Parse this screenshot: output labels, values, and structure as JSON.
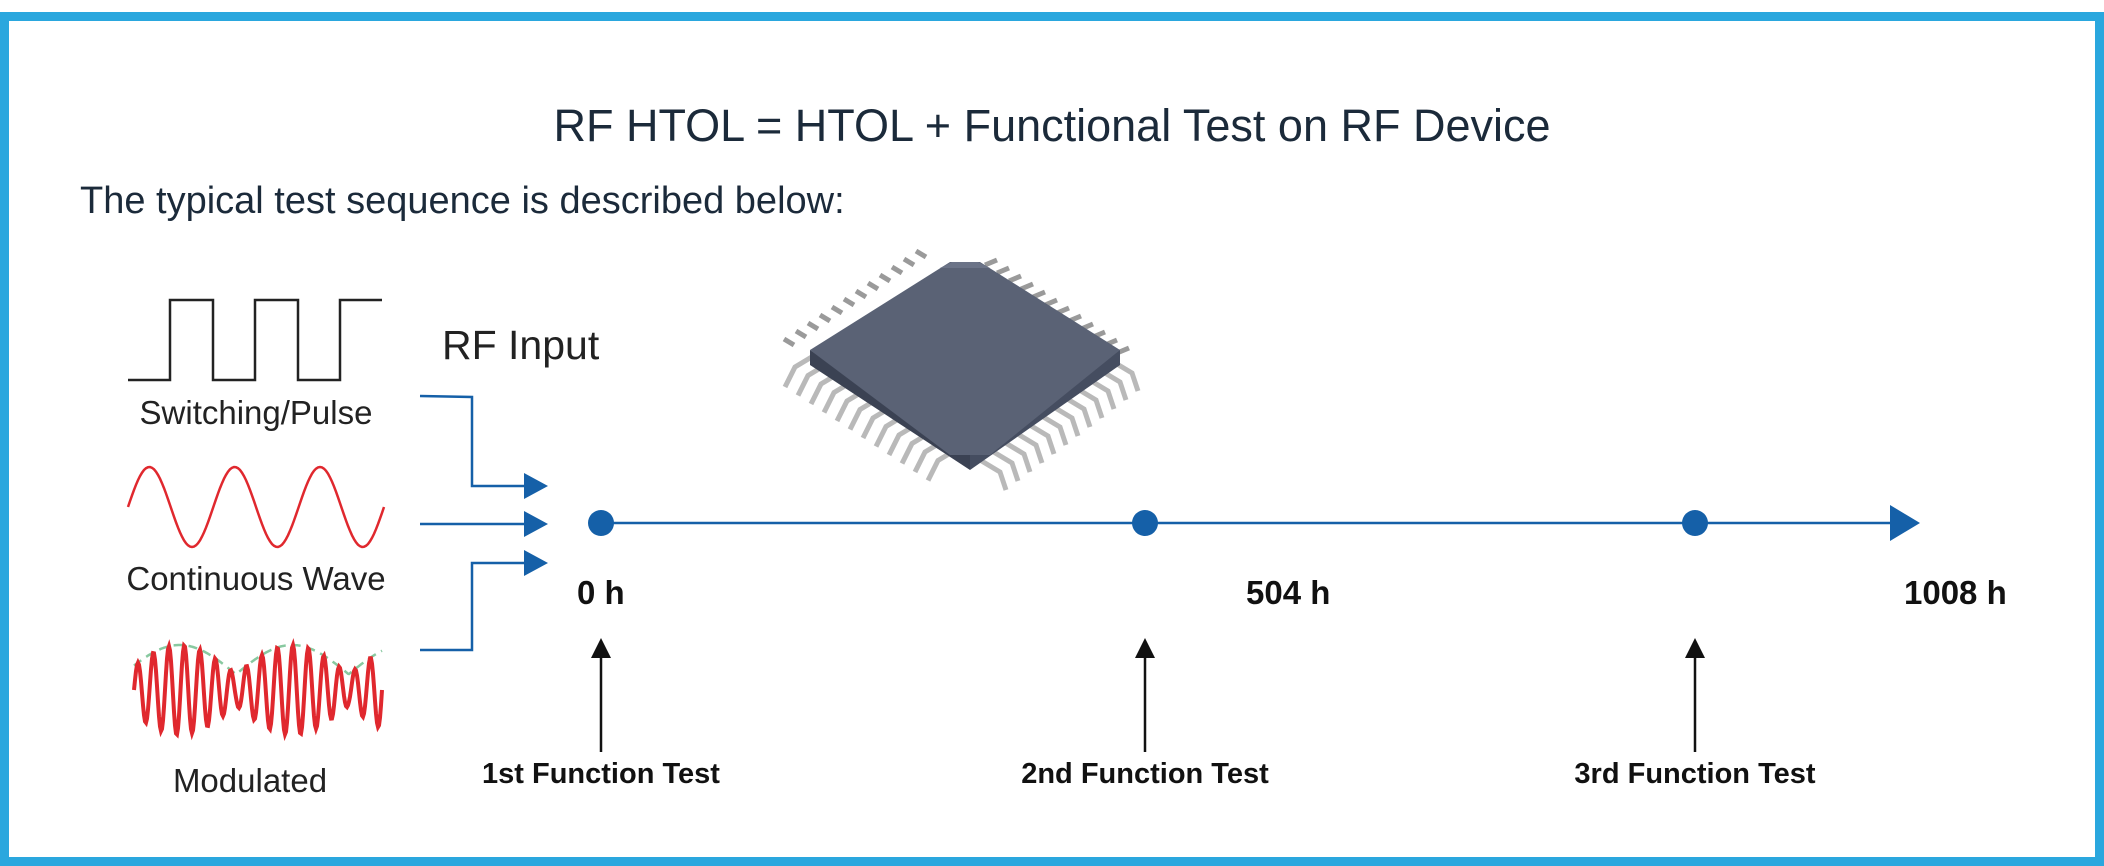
{
  "header": {
    "title": "RF HTOL = HTOL + Functional Test on RF Device",
    "subtitle": "The typical test sequence is described below:"
  },
  "inputs": {
    "rf_input_label": "RF Input",
    "waveforms": [
      {
        "label": "Switching/Pulse"
      },
      {
        "label": "Continuous Wave"
      },
      {
        "label": "Modulated"
      }
    ]
  },
  "timeline": {
    "markers": [
      {
        "label": "0 h",
        "hours": 0
      },
      {
        "label": "504 h",
        "hours": 504
      },
      {
        "label": "1008 h",
        "hours": 1008
      }
    ],
    "function_tests": [
      {
        "label": "1st Function Test"
      },
      {
        "label": "2nd Function Test"
      },
      {
        "label": "3rd Function Test"
      }
    ]
  },
  "colors": {
    "border": "#2aa7de",
    "timeline": "#1560a8",
    "sine": "#e0282e",
    "chip_body": "#5a6275",
    "pins": "#b9b9b9"
  }
}
